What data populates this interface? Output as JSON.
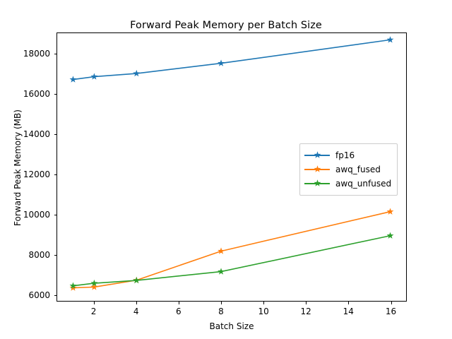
{
  "chart_data": {
    "type": "line",
    "title": "Forward Peak Memory per Batch Size",
    "xlabel": "Batch Size",
    "ylabel": "Forward Peak Memory (MB)",
    "x": [
      1,
      2,
      4,
      8,
      16
    ],
    "xlim": [
      0.25,
      16.75
    ],
    "ylim": [
      5700,
      19050
    ],
    "xticks": [
      2,
      4,
      6,
      8,
      10,
      12,
      14,
      16
    ],
    "xticklabels": [
      "2",
      "4",
      "6",
      "8",
      "10",
      "12",
      "14",
      "16"
    ],
    "yticks": [
      6000,
      8000,
      10000,
      12000,
      14000,
      16000,
      18000
    ],
    "yticklabels": [
      "6000",
      "8000",
      "10000",
      "12000",
      "14000",
      "16000",
      "18000"
    ],
    "grid": false,
    "legend_position": "center right",
    "marker": "star",
    "series": [
      {
        "name": "fp16",
        "color": "#1f77b4",
        "values": [
          16740,
          16880,
          17040,
          17550,
          18720
        ]
      },
      {
        "name": "awq_fused",
        "color": "#ff7f0e",
        "values": [
          6350,
          6390,
          6730,
          8180,
          10150
        ]
      },
      {
        "name": "awq_unfused",
        "color": "#2ca02c",
        "values": [
          6450,
          6580,
          6720,
          7160,
          8950
        ]
      }
    ]
  }
}
